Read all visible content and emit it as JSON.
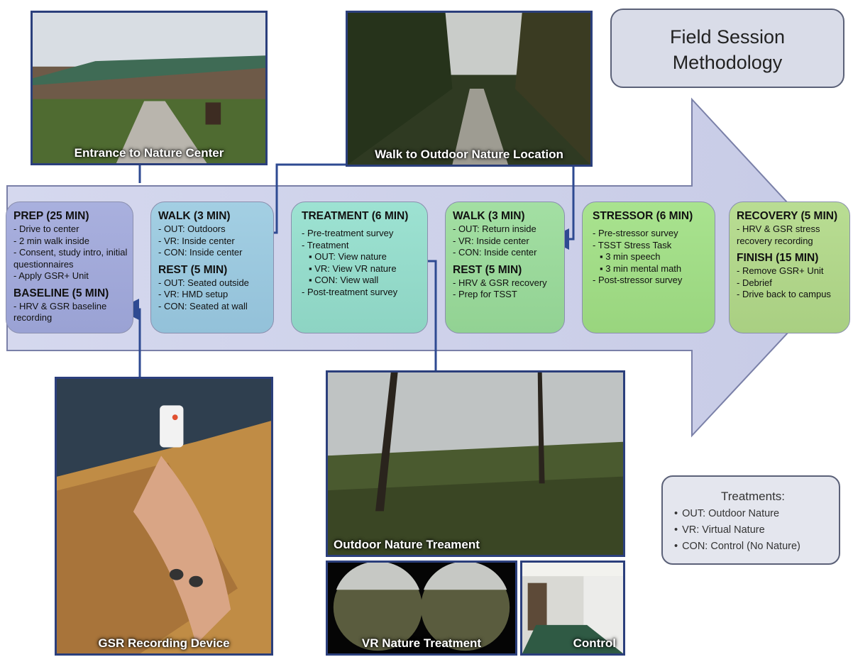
{
  "title": {
    "line1": "Field Session",
    "line2": "Methodology"
  },
  "stages": [
    {
      "heading": "PREP (25 MIN)",
      "items": [
        "- Drive to center",
        "- 2 min walk inside",
        "- Consent, study intro, initial questionnaires",
        "- Apply GSR+ Unit"
      ],
      "heading2": "BASELINE (5 MIN)",
      "items2": [
        "- HRV & GSR baseline recording"
      ],
      "color": "#a6acd9"
    },
    {
      "heading": "WALK (3 MIN)",
      "items": [
        "- OUT: Outdoors",
        "- VR: Inside center",
        "- CON: Inside center"
      ],
      "heading2": "REST (5 MIN)",
      "items2": [
        "- OUT: Seated outside",
        "- VR: HMD setup",
        "- CON: Seated at wall"
      ],
      "color": "#9cc8dd"
    },
    {
      "heading": "TREATMENT (6 MIN)",
      "items": [
        "- Pre-treatment survey",
        "- Treatment",
        "  ▪ OUT: View nature",
        "  ▪ VR: View VR nature",
        "  ▪ CON: View wall",
        "- Post-treatment survey"
      ],
      "color": "#96dccc"
    },
    {
      "heading": "WALK (3 MIN)",
      "items": [
        "- OUT: Return inside",
        "- VR: Inside center",
        "- CON: Inside center"
      ],
      "heading2": "REST (5 MIN)",
      "items2": [
        "- HRV & GSR recovery",
        "- Prep for TSST"
      ],
      "color": "#9ed89a"
    },
    {
      "heading": "STRESSOR (6 MIN)",
      "items": [
        "- Pre-stressor survey",
        "- TSST Stress Task",
        "  ▪ 3 min speech",
        "  ▪ 3 min mental math",
        "- Post-stressor survey"
      ],
      "color": "#a3dd8c"
    },
    {
      "heading": "RECOVERY (5 MIN)",
      "items": [
        "- HRV & GSR stress recovery recording"
      ],
      "heading2": "FINISH (15 MIN)",
      "items2": [
        "- Remove GSR+ Unit",
        "- Debrief",
        "- Drive back to campus"
      ],
      "color": "#b3d88f"
    }
  ],
  "photos": {
    "entrance": "Entrance to Nature Center",
    "walk": "Walk to Outdoor Nature Location",
    "gsr": "GSR Recording Device",
    "outdoor": "Outdoor Nature Treament",
    "vr": "VR Nature Treatment",
    "control": "Control"
  },
  "legend": {
    "heading": "Treatments:",
    "items": [
      "OUT: Outdoor Nature",
      "VR: Virtual Nature",
      "CON: Control (No Nature)"
    ]
  },
  "colors": {
    "arrow_fill": "#c9cde6",
    "arrow_stroke": "#7a80a8",
    "frame": "#2b3f7c",
    "connector": "#2e4a92"
  }
}
